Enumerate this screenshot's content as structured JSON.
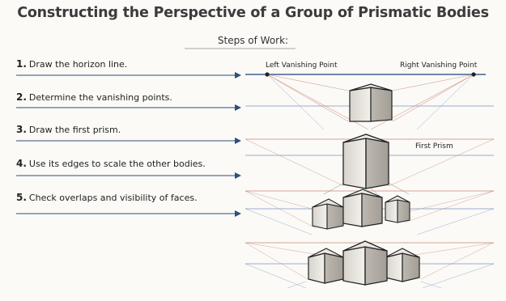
{
  "title": "Constructing the Perspective of a Group of Prismatic Bodies",
  "subtitle": "Steps of Work:",
  "steps": [
    {
      "num": "1.",
      "text": "Draw the horizon line."
    },
    {
      "num": "2.",
      "text": "Determine the vanishing points."
    },
    {
      "num": "3.",
      "text": "Draw the first prism."
    },
    {
      "num": "4.",
      "text": "Use its edges to scale the other bodies."
    },
    {
      "num": "5.",
      "text": "Check overlaps and visibility of faces."
    }
  ],
  "labels": {
    "left_vp": "Left Vanishing Point",
    "right_vp": "Right Vanishing Point",
    "first_prism": "First  Prism"
  },
  "colors": {
    "guide_blue": "#4a6fa5",
    "guide_red": "#c9887a",
    "arrow": "#2f4f7a"
  }
}
